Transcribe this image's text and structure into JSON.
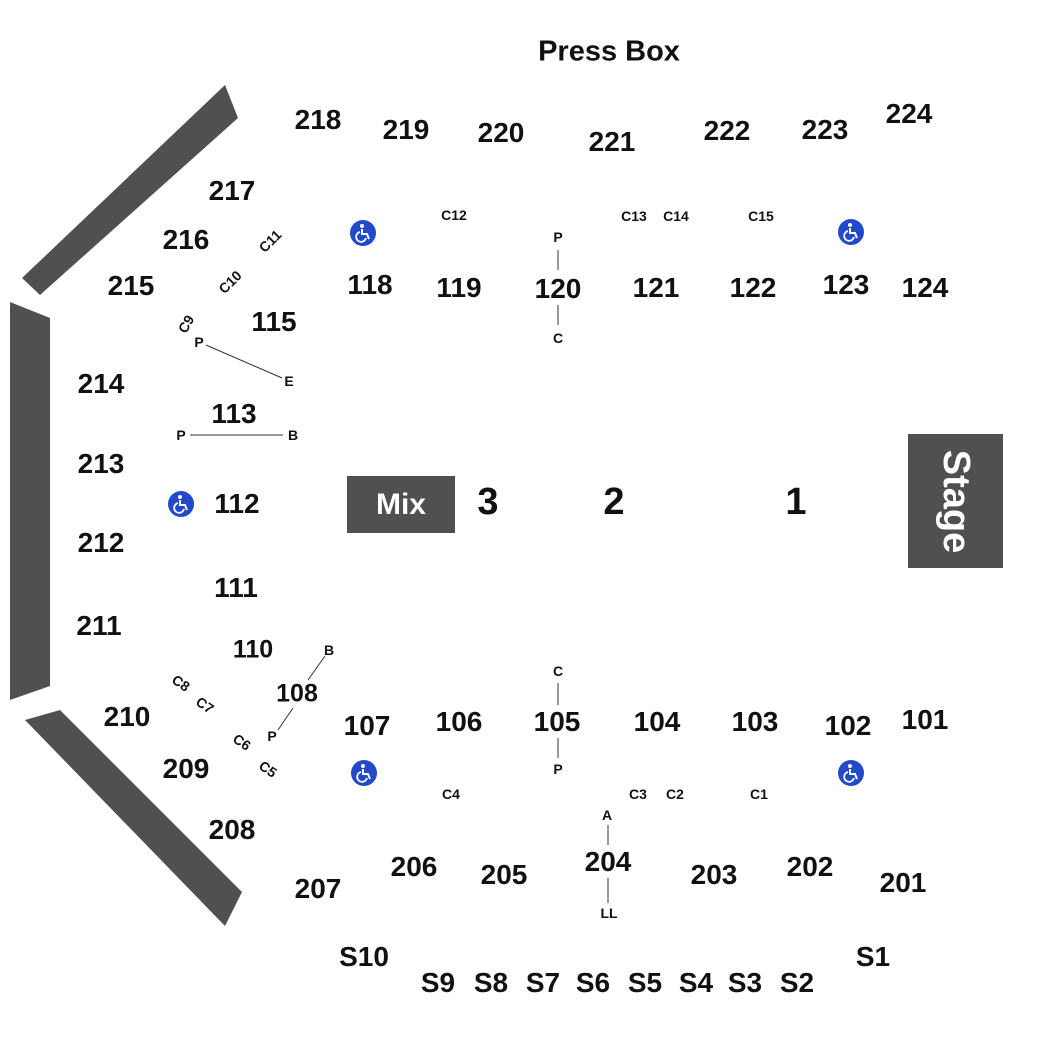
{
  "title": "Press Box",
  "stage_label": "Stage",
  "mix_label": "Mix",
  "floor": [
    "3",
    "2",
    "1"
  ],
  "sections_upper_north": [
    "218",
    "219",
    "220",
    "221",
    "222",
    "223",
    "224"
  ],
  "sections_upper_west_north": [
    "217",
    "216",
    "215"
  ],
  "sections_lower_north": [
    "118",
    "119",
    "120",
    "121",
    "122",
    "123",
    "124",
    "115",
    "113",
    "112",
    "111",
    "110",
    "108"
  ],
  "sections_upper_west": [
    "214",
    "213",
    "212",
    "211",
    "210",
    "209",
    "208"
  ],
  "sections_lower_south": [
    "107",
    "106",
    "105",
    "104",
    "103",
    "102",
    "101"
  ],
  "sections_upper_south": [
    "207",
    "206",
    "205",
    "204",
    "203",
    "202",
    "201"
  ],
  "suites": [
    "S10",
    "S9",
    "S8",
    "S7",
    "S6",
    "S5",
    "S4",
    "S3",
    "S2",
    "S1"
  ],
  "markers": {
    "c12": "C12",
    "c13": "C13",
    "c14": "C14",
    "c15": "C15",
    "c11": "C11",
    "c10": "C10",
    "c9": "C9",
    "c8": "C8",
    "c7": "C7",
    "c6": "C6",
    "c5": "C5",
    "c4": "C4",
    "c3": "C3",
    "c2": "C2",
    "c1": "C1",
    "p": "P",
    "c": "C",
    "e": "E",
    "b": "B",
    "a": "A",
    "ll": "LL"
  },
  "icons": {
    "accessible": "wheelchair-icon"
  },
  "colors": {
    "structure": "#505050",
    "accessible": "#2249c9",
    "text": "#111111"
  }
}
